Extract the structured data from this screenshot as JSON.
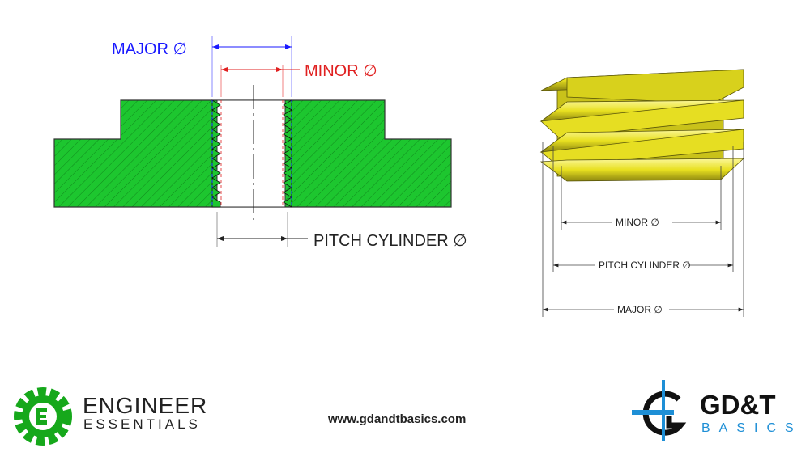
{
  "left_diagram": {
    "major_label": "MAJOR ∅",
    "minor_label": "MINOR ∅",
    "pitch_label": "PITCH CYLINDER ∅"
  },
  "right_diagram": {
    "minor_label": "MINOR ∅",
    "pitch_label": "PITCH CYLINDER ∅",
    "major_label": "MAJOR ∅"
  },
  "footer": {
    "left_logo": {
      "line1": "ENGINEER",
      "line2": "ESSENTIALS"
    },
    "url": "www.gdandtbasics.com",
    "right_logo": {
      "line1": "GD&T",
      "line2": "BASICS"
    }
  },
  "colors": {
    "green": "#1dc62f",
    "blue": "#1a1aff",
    "red": "#e02020",
    "yellow": "#e8e020",
    "logo_green": "#16a81b",
    "logo_blue": "#1e8fd6"
  }
}
